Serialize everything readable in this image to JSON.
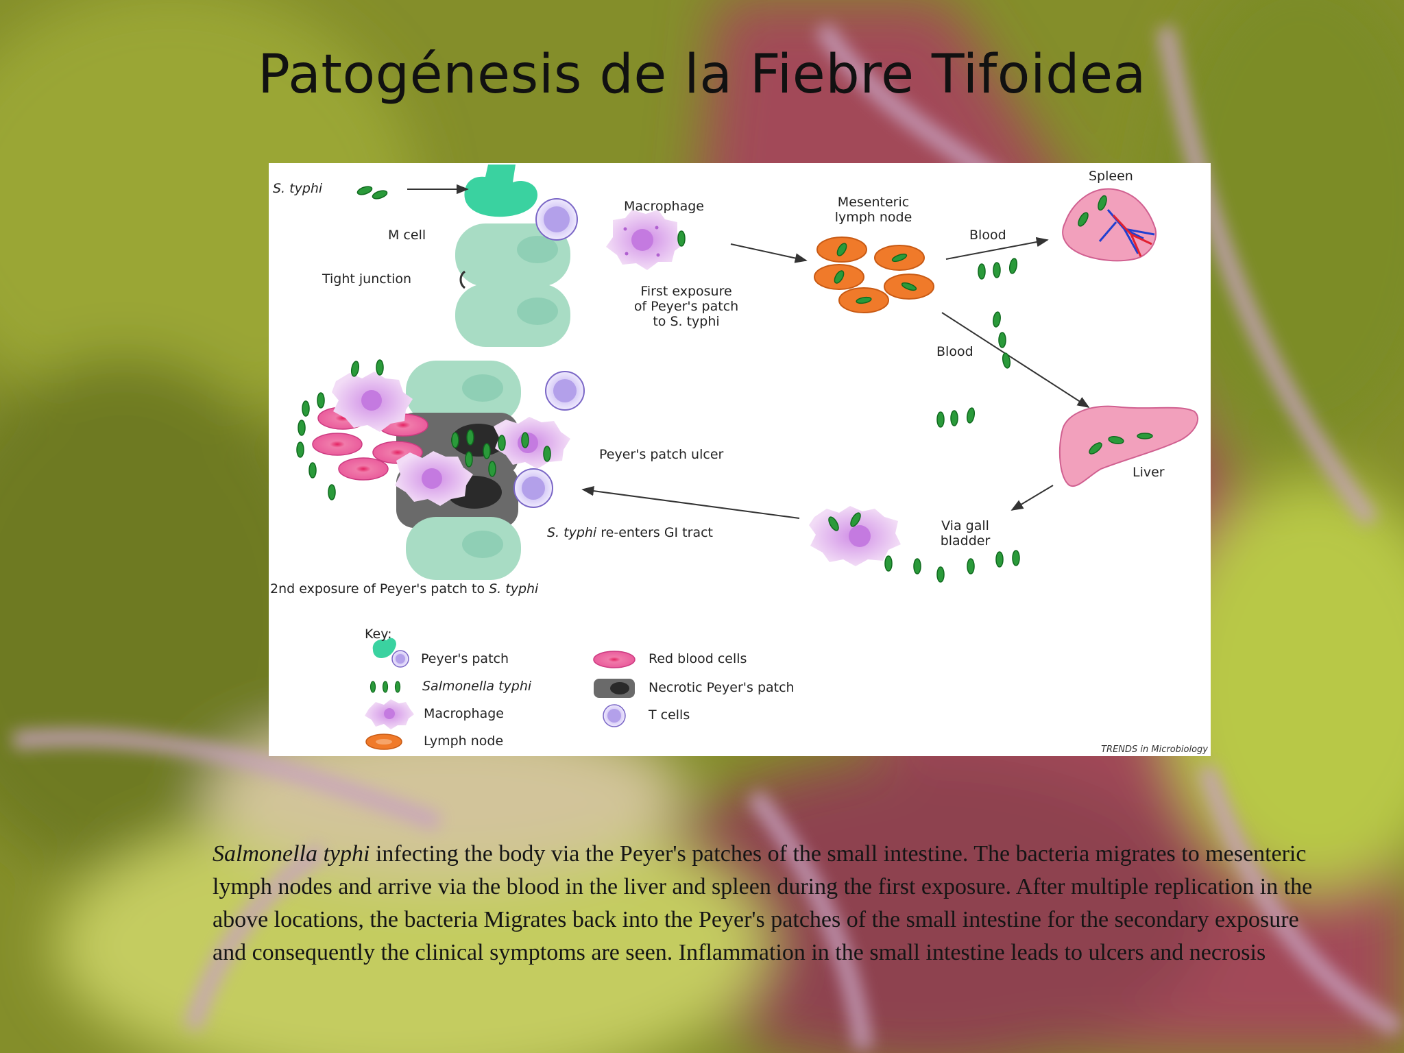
{
  "slide": {
    "title": "Patogénesis de la Fiebre Tifoidea"
  },
  "diagram": {
    "labels": {
      "s_typhi": "S. typhi",
      "m_cell": "M cell",
      "tight_junction": "Tight junction",
      "macrophage": "Macrophage",
      "first_exposure": "First exposure\nof Peyer's patch\nto S. typhi",
      "mesenteric": "Mesenteric\nlymph node",
      "blood_top": "Blood",
      "spleen": "Spleen",
      "blood_middle": "Blood",
      "liver": "Liver",
      "peyers_ulcer": "Peyer's patch ulcer",
      "via_gall": "Via gall\nbladder",
      "reenters_italic": "S. typhi",
      "reenters_rest": " re-enters GI tract",
      "second_exposure_prefix": "2nd exposure of Peyer's patch to ",
      "second_exposure_italic": "S. typhi"
    },
    "key": {
      "title": "Key:",
      "items": [
        {
          "label": "Peyer's patch",
          "icon": "peyers-patch-icon"
        },
        {
          "label": "Salmonella typhi",
          "icon": "salmonella-icon"
        },
        {
          "label": "Macrophage",
          "icon": "macrophage-icon"
        },
        {
          "label": "Lymph node",
          "icon": "lymph-node-icon"
        },
        {
          "label": "Red blood cells",
          "icon": "red-blood-cell-icon"
        },
        {
          "label": "Necrotic Peyer's patch",
          "icon": "necrotic-patch-icon"
        },
        {
          "label": "T cells",
          "icon": "t-cell-icon"
        }
      ]
    },
    "credit": "TRENDS in Microbiology",
    "colors": {
      "bacteria": "#2a9a3a",
      "epithelium": "#a8dcc4",
      "m_cell": "#3ad2a0",
      "lymph_node": "#f07a2a",
      "red_blood_cell": "#e8509a",
      "macrophage": "#e2b6ee",
      "t_cell": "#b8a6ec",
      "organ": "#f2a0bc"
    }
  },
  "caption": {
    "italic_lead": "Salmonella typhi",
    "text": " infecting the body via the Peyer's patches of the small intestine. The bacteria migrates to mesenteric lymph nodes and arrive via the blood in the liver and spleen during the first exposure. After multiple replication in the above locations, the bacteria Migrates back into the Peyer's patches of the small intestine for the secondary exposure and consequently the clinical symptoms are seen. Inflammation in the small intestine leads to ulcers and necrosis"
  }
}
